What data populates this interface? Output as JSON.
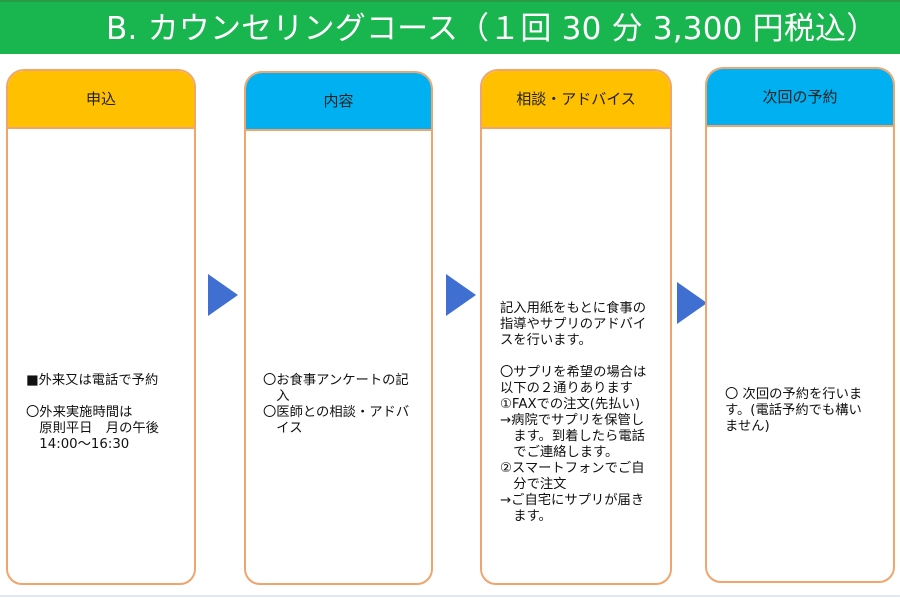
{
  "header": {
    "title": "B. カウンセリングコース（１回 30 分 3,300 円税込）"
  },
  "flow": {
    "steps": [
      {
        "title": "申込",
        "lines": [
          "■外来又は電話で予約",
          "",
          "〇外来実施時間は",
          "　原則平日　月の午後",
          "　14:00～16:30"
        ]
      },
      {
        "title": "内容",
        "lines": [
          "〇お食事アンケートの記",
          "　入",
          "〇医師との相談・アドバ",
          "　イス"
        ]
      },
      {
        "title": "相談・アドバイス",
        "lines": [
          "記入用紙をもとに食事の",
          "指導やサプリのアドバイ",
          "スを行います。",
          "",
          "〇サプリを希望の場合は",
          "以下の２通りあります",
          "①FAXでの注文(先払い)",
          "→病院でサプリを保管し",
          "　ます。到着したら電話",
          "　でご連絡します。",
          "②スマートフォンでご自",
          "　分で注文",
          "→ご自宅にサプリが届き",
          "　ます。"
        ]
      },
      {
        "title": "次回の予約",
        "lines": [
          "〇 次回の予約を行いま",
          "す。(電話予約でも構い",
          "ません)"
        ]
      }
    ]
  },
  "colors": {
    "header_green": "#19b54e",
    "stage_yellow": "#ffc000",
    "stage_blue": "#00b0f0",
    "border_orange": "#f0a46e",
    "arrow_blue": "#3f6fd1"
  },
  "icons": {
    "arrow": "right-triangle-icon"
  }
}
